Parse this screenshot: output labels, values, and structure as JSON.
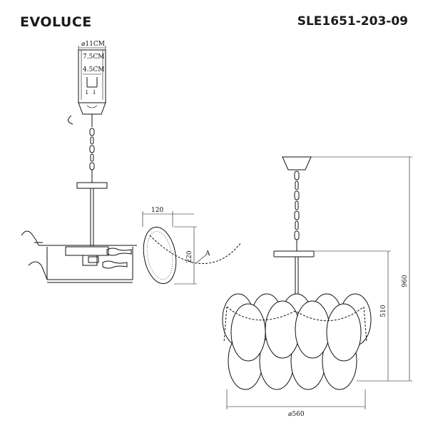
{
  "header": {
    "brand": "EVOLUCE",
    "model": "SLE1651-203-09"
  },
  "dimensions": {
    "canopy_diameter": "⌀11CM",
    "canopy_height": "7.5CM",
    "canopy_inner": "4.5CM",
    "crystal_width": "120",
    "crystal_height": "220",
    "detail_label": "A",
    "height_body": "510",
    "height_total": "960",
    "diameter": "⌀560"
  }
}
